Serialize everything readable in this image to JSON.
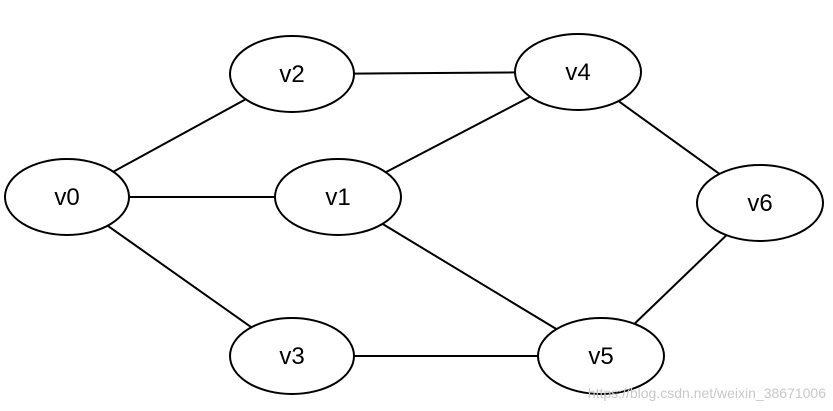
{
  "graph": {
    "nodes": [
      {
        "id": "v0",
        "label": "v0"
      },
      {
        "id": "v1",
        "label": "v1"
      },
      {
        "id": "v2",
        "label": "v2"
      },
      {
        "id": "v3",
        "label": "v3"
      },
      {
        "id": "v4",
        "label": "v4"
      },
      {
        "id": "v5",
        "label": "v5"
      },
      {
        "id": "v6",
        "label": "v6"
      }
    ],
    "edges": [
      {
        "from": "v0",
        "to": "v2"
      },
      {
        "from": "v0",
        "to": "v1"
      },
      {
        "from": "v0",
        "to": "v3"
      },
      {
        "from": "v2",
        "to": "v4"
      },
      {
        "from": "v1",
        "to": "v4"
      },
      {
        "from": "v1",
        "to": "v5"
      },
      {
        "from": "v3",
        "to": "v5"
      },
      {
        "from": "v4",
        "to": "v6"
      },
      {
        "from": "v5",
        "to": "v6"
      }
    ]
  },
  "watermark": "https://blog.csdn.net/weixin_38671006"
}
